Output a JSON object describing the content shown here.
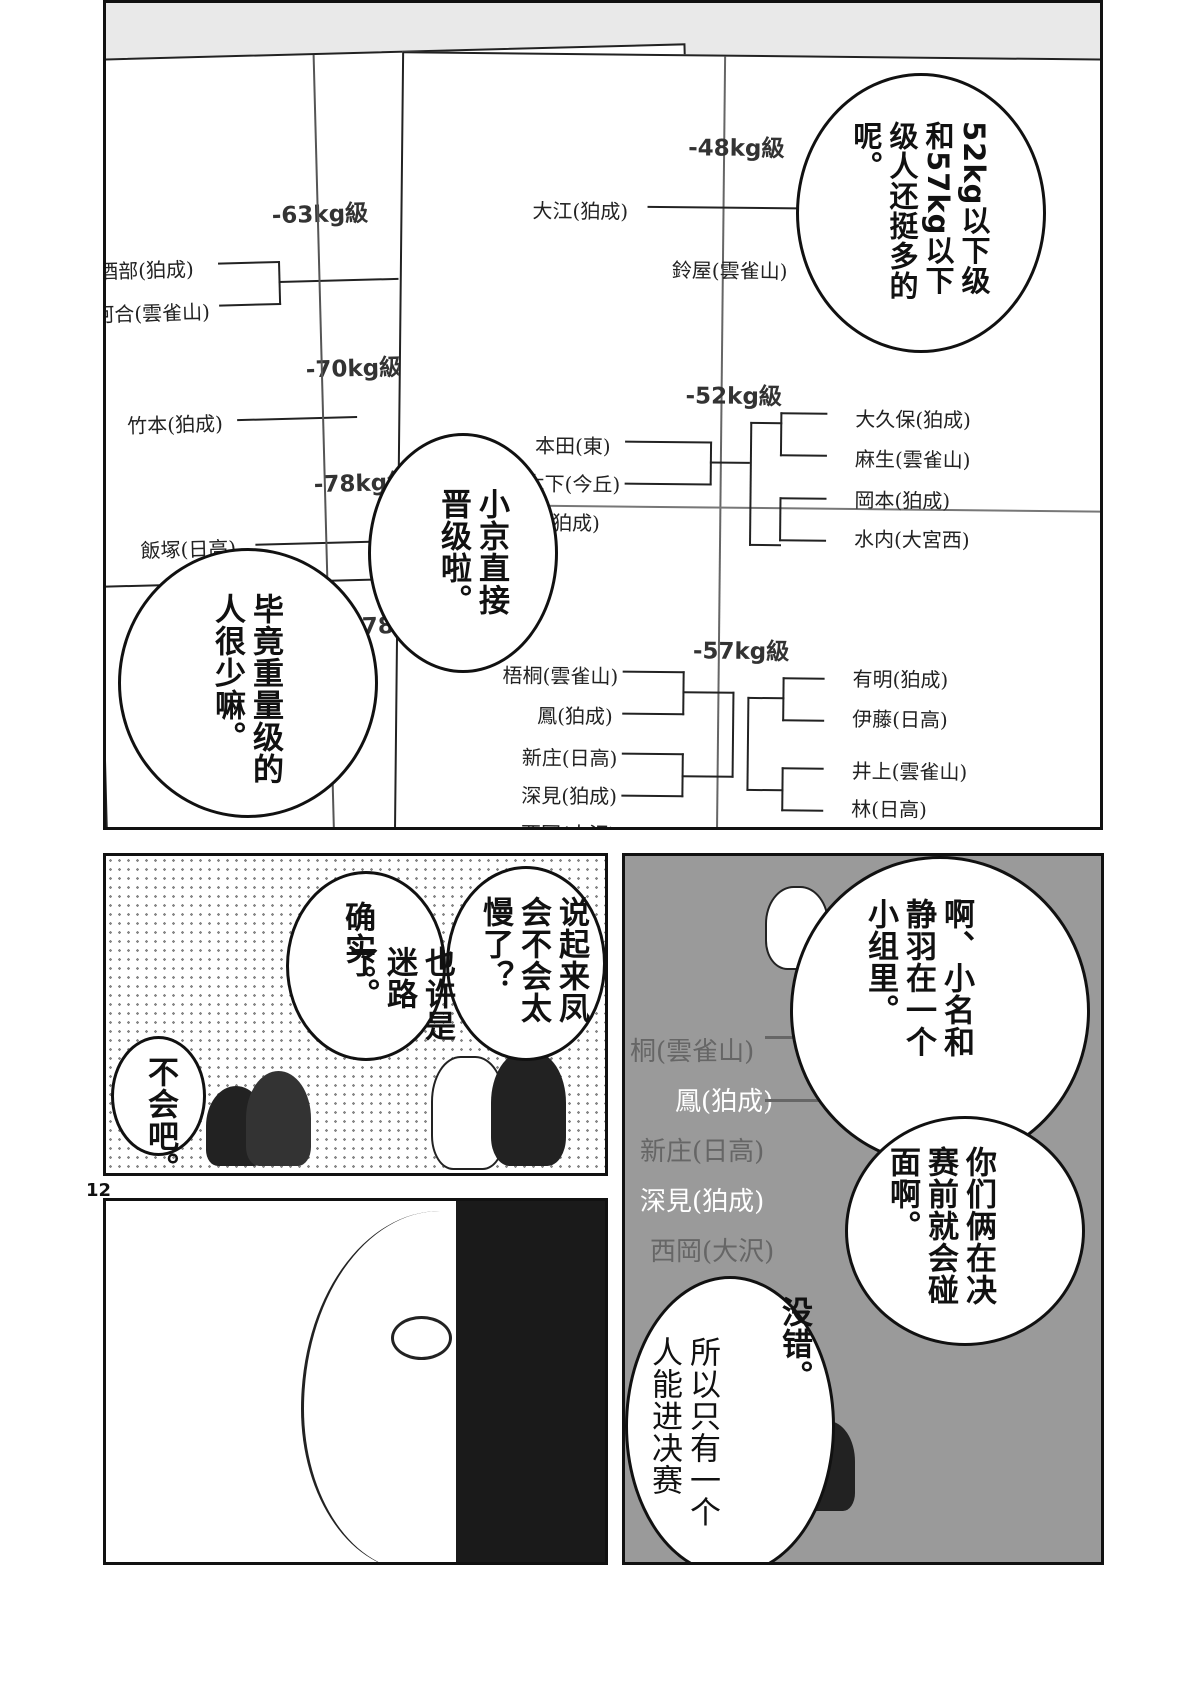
{
  "page_number": "12",
  "top_panel": {
    "left_sheet": {
      "classes": [
        "-63kg級",
        "-70kg級",
        "-78kg級",
        "+78"
      ],
      "entries": [
        "酒部(狛成)",
        "河合(雲雀山)",
        "竹本(狛成)",
        "飯塚(日高)"
      ]
    },
    "right_sheet": {
      "classes": [
        "-48kg級",
        "-52kg級",
        "-57kg級"
      ],
      "entries_48": [
        "大江(狛成)",
        "鈴屋(雲雀山)"
      ],
      "entries_52_left": [
        "本田(東)",
        "木下(今丘)",
        "森(狛成)"
      ],
      "entries_52_right": [
        "大久保(狛成)",
        "麻生(雲雀山)",
        "岡本(狛成)",
        "水内(大宮西)"
      ],
      "entries_57_left": [
        "梧桐(雲雀山)",
        "鳳(狛成)",
        "新庄(日高)",
        "深見(狛成)",
        "西岡(大沢)"
      ],
      "entries_57_right": [
        "有明(狛成)",
        "伊藤(日高)",
        "井上(雲雀山)",
        "林(日高)"
      ]
    },
    "bubbles": {
      "b1": "52kg以下级和57kg以下级人还挺多的呢。",
      "b2": "小京直接晋级啦。",
      "b3": "毕竟重量级的人很少嘛。"
    }
  },
  "mid_left_panel": {
    "bubbles": {
      "b1": "说起来凤会不会太慢了？",
      "b2": "确实。",
      "b3": "也许是迷路了。",
      "b4": "不会吧。"
    }
  },
  "right_panel": {
    "entries": [
      "桐(雲雀山)",
      "鳳(狛成)",
      "新庄(日高)",
      "深見(狛成)",
      "西岡(大沢)"
    ],
    "bubbles": {
      "b1": "啊、小名和静羽在一个小组里。",
      "b2": "你们俩在决赛前就会碰面啊。",
      "b3": "没错。",
      "b4": "所以只有一个人能进决赛"
    }
  }
}
